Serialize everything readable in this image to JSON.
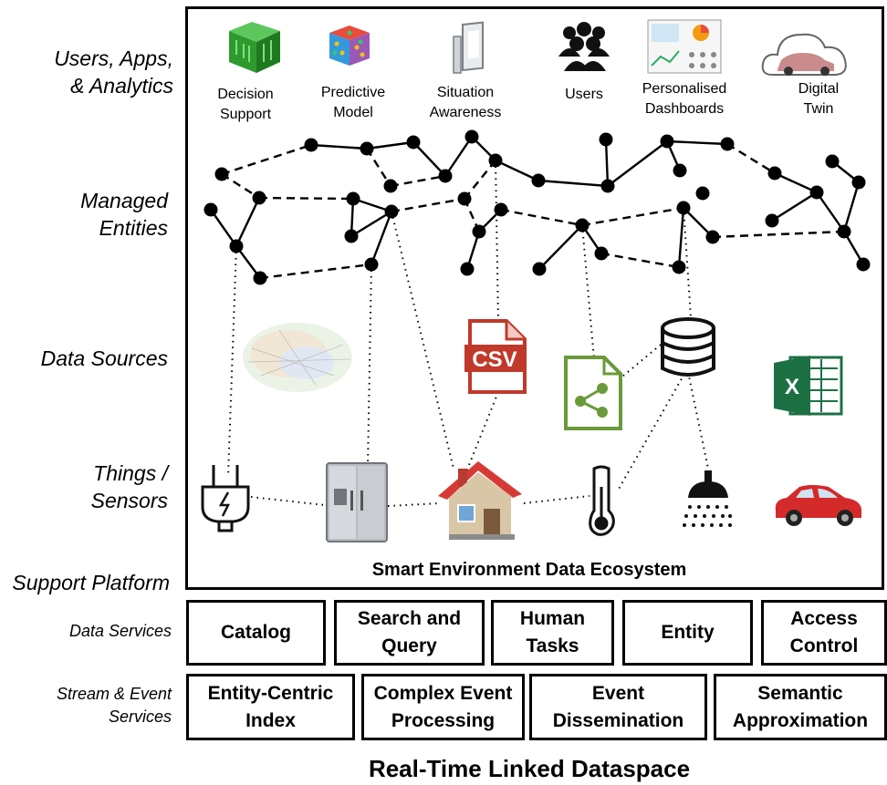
{
  "layers": {
    "users_apps": "Users, Apps,\n& Analytics",
    "managed_entities": "Managed\nEntities",
    "data_sources": "Data Sources",
    "things_sensors": "Things /\nSensors",
    "support_platform": "Support Platform",
    "data_services": "Data Services",
    "stream_event": "Stream & Event\nServices"
  },
  "apps": [
    {
      "label": "Decision\nSupport",
      "icon": "decision-support-cube-icon"
    },
    {
      "label": "Predictive\nModel",
      "icon": "predictive-model-cube-icon"
    },
    {
      "label": "Situation\nAwareness",
      "icon": "situation-awareness-screen-icon"
    },
    {
      "label": "Users",
      "icon": "users-group-icon"
    },
    {
      "label": "Personalised\nDashboards",
      "icon": "dashboard-icon"
    },
    {
      "label": "Digital\nTwin",
      "icon": "digital-twin-cloud-car-icon"
    }
  ],
  "data_sources": [
    {
      "icon": "knowledge-graph-icon"
    },
    {
      "icon": "csv-file-icon",
      "text": "CSV"
    },
    {
      "icon": "shared-file-icon"
    },
    {
      "icon": "database-icon"
    },
    {
      "icon": "excel-file-icon",
      "text": "X"
    }
  ],
  "things": [
    {
      "icon": "electric-plug-icon"
    },
    {
      "icon": "refrigerator-icon"
    },
    {
      "icon": "house-icon"
    },
    {
      "icon": "thermometer-icon"
    },
    {
      "icon": "shower-icon"
    },
    {
      "icon": "car-icon"
    }
  ],
  "ecosystem_title": "Smart Environment Data Ecosystem",
  "data_services": [
    "Catalog",
    "Search and\nQuery",
    "Human\nTasks",
    "Entity",
    "Access\nControl"
  ],
  "stream_services": [
    "Entity-Centric\nIndex",
    "Complex Event\nProcessing",
    "Event\nDissemination",
    "Semantic\nApproximation"
  ],
  "main_title": "Real-Time Linked Dataspace",
  "colors": {
    "csv_red": "#c0392b",
    "shared_green": "#6a9a3a",
    "excel_green": "#1d7044",
    "house_roof": "#d63a35",
    "car_red": "#d42a2a",
    "decision_green": "#2e9a2e"
  }
}
